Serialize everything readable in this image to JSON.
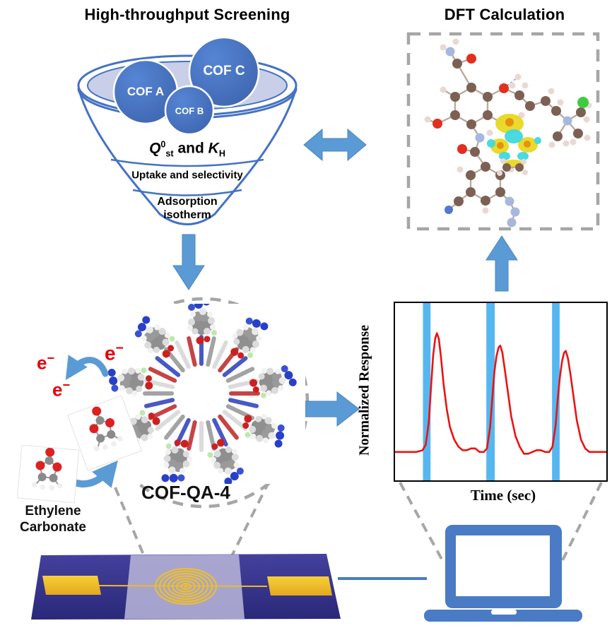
{
  "titles": {
    "screening": "High-throughput Screening",
    "dft": "DFT Calculation"
  },
  "funnel": {
    "sphere_a": "COF A",
    "sphere_b": "COF B",
    "sphere_c": "COF C",
    "level1": {
      "q": "Q",
      "q_sup": "0",
      "q_sub": "st",
      "conj": " and ",
      "k": "K",
      "k_sub": "H"
    },
    "level2": "Uptake and selectivity",
    "level3_line1": "Adsorption",
    "level3_line2": "isotherm"
  },
  "cof": {
    "label": "COF-QA-4"
  },
  "electron": {
    "symbol": "e",
    "charge": "−"
  },
  "ethylene_carbonate": {
    "line1": "Ethylene",
    "line2": "Carbonate"
  },
  "chart_data": {
    "type": "line",
    "title": "",
    "xlabel": "Time (sec)",
    "ylabel": "Normalized Response",
    "x_axis_note": "relative time, three analyte exposure pulses",
    "grid": false,
    "legend": "none",
    "pulse_color": "#56b7f0",
    "line_color": "#ee1111",
    "pulses": [
      {
        "x0": 13.2,
        "x1": 16.8
      },
      {
        "x0": 43.2,
        "x1": 47.2
      },
      {
        "x0": 74.3,
        "x1": 77.9
      }
    ],
    "series": [
      {
        "name": "sensor response",
        "points": [
          [
            0,
            16
          ],
          [
            5,
            16
          ],
          [
            10,
            16
          ],
          [
            13,
            17
          ],
          [
            14.5,
            20
          ],
          [
            16,
            33
          ],
          [
            17,
            52
          ],
          [
            18,
            70
          ],
          [
            19,
            80
          ],
          [
            19.8,
            83
          ],
          [
            20.7,
            80
          ],
          [
            21.7,
            70
          ],
          [
            23,
            54
          ],
          [
            24.5,
            40
          ],
          [
            26,
            30
          ],
          [
            28,
            23
          ],
          [
            30,
            19
          ],
          [
            32,
            17
          ],
          [
            34,
            17
          ],
          [
            36,
            18
          ],
          [
            38,
            18
          ],
          [
            40,
            16
          ],
          [
            42,
            16
          ],
          [
            43.5,
            18
          ],
          [
            45,
            30
          ],
          [
            46,
            46
          ],
          [
            47,
            61
          ],
          [
            48,
            70
          ],
          [
            49,
            75
          ],
          [
            49.8,
            76
          ],
          [
            50.8,
            72
          ],
          [
            52,
            62
          ],
          [
            53.5,
            49
          ],
          [
            55,
            36
          ],
          [
            57,
            25
          ],
          [
            59,
            19
          ],
          [
            61,
            15
          ],
          [
            63,
            15
          ],
          [
            65,
            16
          ],
          [
            67,
            17
          ],
          [
            69,
            17
          ],
          [
            71,
            16
          ],
          [
            73,
            16
          ],
          [
            74.5,
            19
          ],
          [
            76,
            31
          ],
          [
            77,
            46
          ],
          [
            78,
            58
          ],
          [
            79,
            67
          ],
          [
            80,
            72
          ],
          [
            80.8,
            73
          ],
          [
            81.8,
            69
          ],
          [
            83,
            60
          ],
          [
            84.5,
            47
          ],
          [
            86,
            34
          ],
          [
            88,
            23
          ],
          [
            90,
            18
          ],
          [
            92,
            16
          ],
          [
            95,
            16
          ],
          [
            100,
            16
          ]
        ]
      }
    ]
  },
  "colors": {
    "arrow_blue": "#5b9bd5",
    "funnel_blue": "#4472c4",
    "funnel_fill": "#c9cfe8",
    "sphere_blue": "#4674c8",
    "dash_gray": "#a6a6a6",
    "electron_red": "#e8000b",
    "pulse_blue": "#56b7f0",
    "response_red": "#ee1111",
    "chip_indigo": "#34318f",
    "gold": "#f0c028",
    "laptop_blue": "#4a7bc4"
  }
}
